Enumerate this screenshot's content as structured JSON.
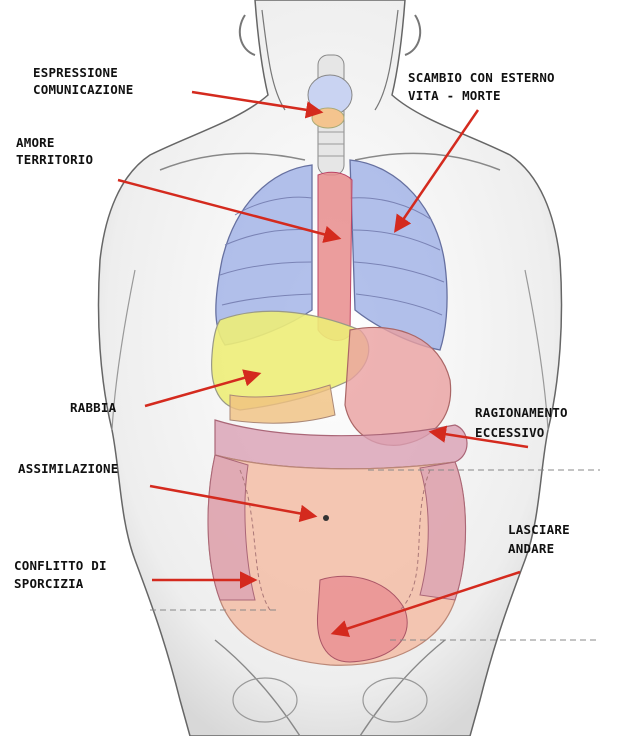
{
  "labels": {
    "expression": [
      "ESPRESSIONE",
      "COMUNICAZIONE"
    ],
    "exchange": [
      "SCAMBIO CON ESTERNO",
      "VITA - MORTE"
    ],
    "love": [
      "AMORE",
      "TERRITORIO"
    ],
    "anger": [
      "RABBIA"
    ],
    "reasoning": [
      "RAGIONAMENTO",
      "ECCESSIVO"
    ],
    "assimilation": [
      "ASSIMILAZIONE"
    ],
    "letgo": [
      "LASCIARE",
      "ANDARE"
    ],
    "conflict": [
      "CONFLITTO DI",
      "SPORCIZIA"
    ]
  },
  "colors": {
    "arrow": "#d42a1e",
    "lungs": "#9fb0e6",
    "liver": "#eded78",
    "heart": "#e88c8c",
    "intestine": "#e9a1a8",
    "skin_line": "#555555"
  }
}
